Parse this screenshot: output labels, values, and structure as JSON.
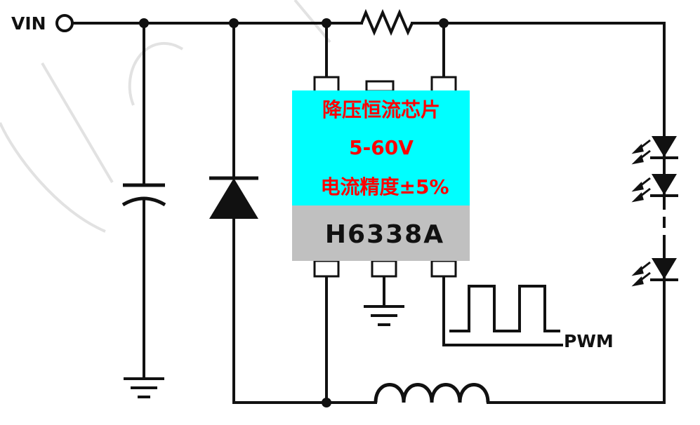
{
  "labels": {
    "vin": "VIN",
    "pwm": "PWM"
  },
  "chip": {
    "line1": "降压恒流芯片",
    "line2": "5-60V",
    "line3": "电流精度±5%",
    "part_number": "H6338A"
  },
  "colors": {
    "chip_top": "#00ffff",
    "chip_bottom": "#c0c0c0",
    "chip_text": "#ff0000",
    "wire": "#111111"
  },
  "icons": {
    "input_terminal": "open-circle-terminal",
    "capacitor": "capacitor-icon",
    "diode": "diode-icon",
    "resistor": "resistor-icon",
    "inductor": "inductor-icon",
    "led": "led-icon",
    "ground": "ground-icon"
  }
}
